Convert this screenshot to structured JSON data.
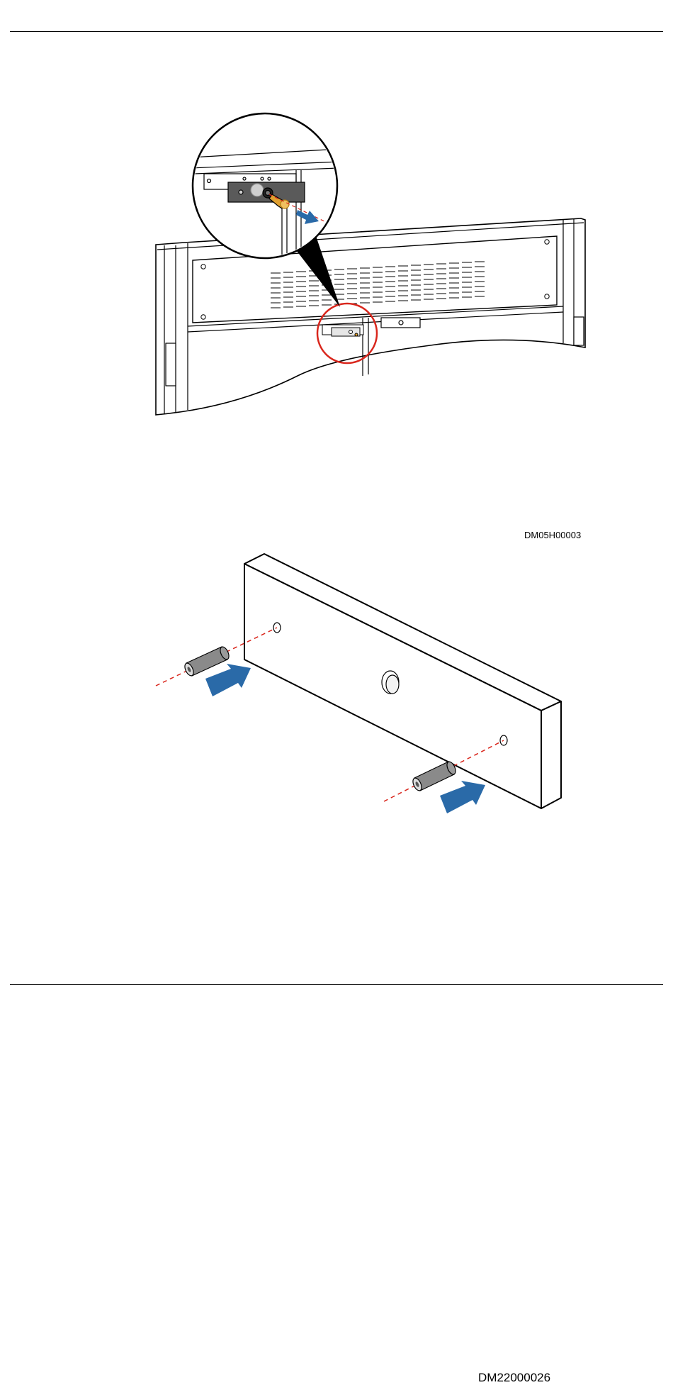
{
  "figures": [
    {
      "code": "DM05H00003",
      "colors": {
        "highlight_circle": "#d9261c",
        "arrow": "#2a6aa8",
        "pin": "#e0a030",
        "bracket": "#555555"
      },
      "icons": [
        "enlarged-detail-circle",
        "removal-arrow",
        "pin"
      ]
    },
    {
      "code": "DM22000026",
      "colors": {
        "guide_line": "#d9261c",
        "arrow": "#2a6aa8",
        "pin": "#808080"
      },
      "icons": [
        "insert-arrow",
        "guide-pin"
      ]
    }
  ]
}
